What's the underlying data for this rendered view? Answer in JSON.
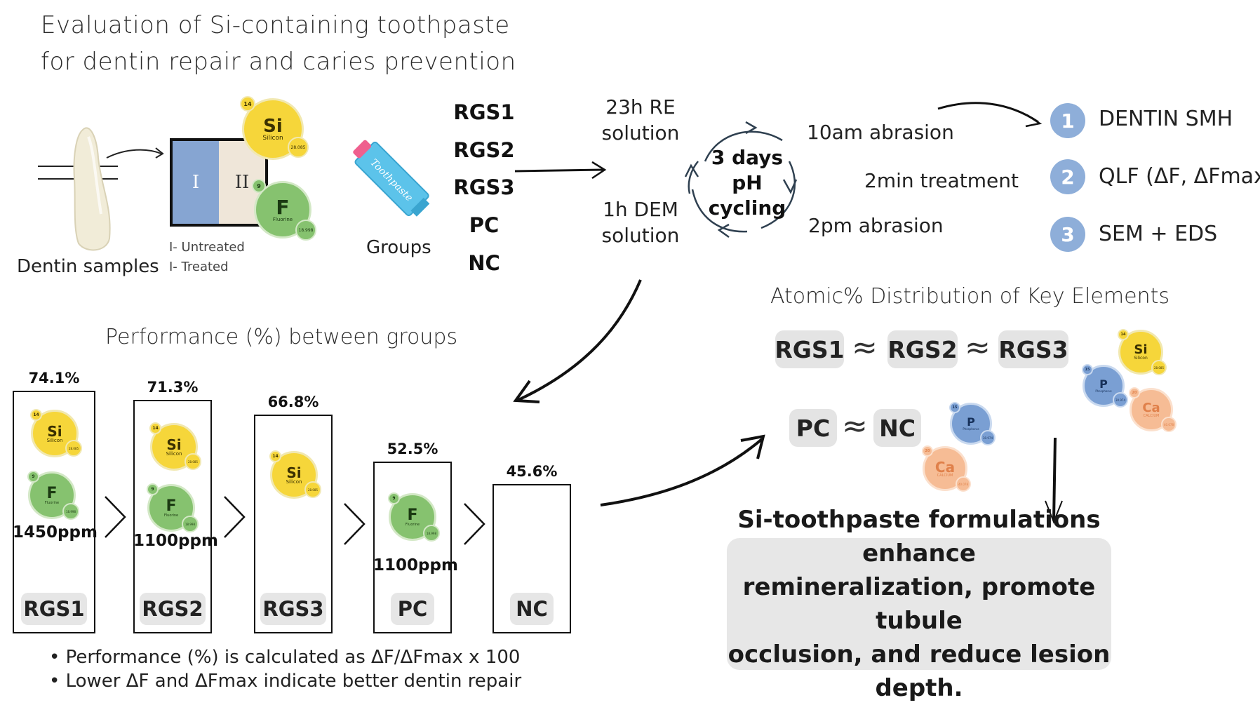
{
  "title": {
    "line1": "Evaluation of Si-containing toothpaste",
    "line2": "for dentin repair and caries prevention"
  },
  "samples": {
    "caption": "Dentin samples",
    "region1": "I",
    "region2": "II",
    "legend1": "I- Untreated",
    "legend2": "I- Treated"
  },
  "toothpaste": {
    "tube_text": "Toothpaste",
    "caption": "Groups"
  },
  "groups": [
    "RGS1",
    "RGS2",
    "RGS3",
    "PC",
    "NC"
  ],
  "cycling": {
    "re_line1": "23h RE",
    "re_line2": "solution",
    "dem_line1": "1h DEM",
    "dem_line2": "solution",
    "center_line1": "3 days",
    "center_line2": "pH cycling",
    "step1": "10am abrasion",
    "step2": "2min treatment",
    "step3": "2pm abrasion"
  },
  "outcomes": [
    {
      "num": "1",
      "label": "DENTIN SMH"
    },
    {
      "num": "2",
      "label": "QLF  (ΔF, ΔFmax)"
    },
    {
      "num": "3",
      "label": "SEM + EDS"
    }
  ],
  "performance": {
    "title": "Performance (%) between groups",
    "bars": [
      {
        "label": "RGS1",
        "pct": "74.1%",
        "value": 74.1,
        "ppm": "1450ppm"
      },
      {
        "label": "RGS2",
        "pct": "71.3%",
        "value": 71.3,
        "ppm": "1100ppm"
      },
      {
        "label": "RGS3",
        "pct": "66.8%",
        "value": 66.8,
        "ppm": ""
      },
      {
        "label": "PC",
        "pct": "52.5%",
        "value": 52.5,
        "ppm": "1100ppm"
      },
      {
        "label": "NC",
        "pct": "45.6%",
        "value": 45.6,
        "ppm": ""
      }
    ],
    "notes": [
      "Performance (%) is calculated as ΔF/ΔFmax x 100",
      "Lower ΔF and ΔFmax indicate better dentin repair"
    ]
  },
  "atomic": {
    "title": "Atomic% Distribution of Key Elements",
    "row1": [
      "RGS1",
      "RGS2",
      "RGS3"
    ],
    "row2": [
      "PC",
      "NC"
    ],
    "approx": "≈"
  },
  "elements": {
    "si": {
      "symbol": "Si",
      "name": "Silicon",
      "number": "14",
      "mass": "28.085"
    },
    "f": {
      "symbol": "F",
      "name": "Fluorine",
      "number": "9",
      "mass": "18.998"
    },
    "p": {
      "symbol": "P",
      "name": "Phosphorus",
      "number": "15",
      "mass": "30.974"
    },
    "ca": {
      "symbol": "Ca",
      "name": "CALCIUM",
      "number": "20",
      "mass": "40.078"
    }
  },
  "conclusion": {
    "line1": "Si-toothpaste formulations enhance",
    "line2": "remineralization, promote tubule",
    "line3": "occlusion, and reduce lesion depth."
  },
  "colors": {
    "outcome_circle": "#8eaed9",
    "silicon": "#f6d63a",
    "fluorine": "#86c26f",
    "phosphorus": "#7a9fd3",
    "calcium": "#f6bc95",
    "sample_untreated": "#86a5d2",
    "sample_treated": "#efe6d9",
    "tube": "#5cc3ea"
  }
}
